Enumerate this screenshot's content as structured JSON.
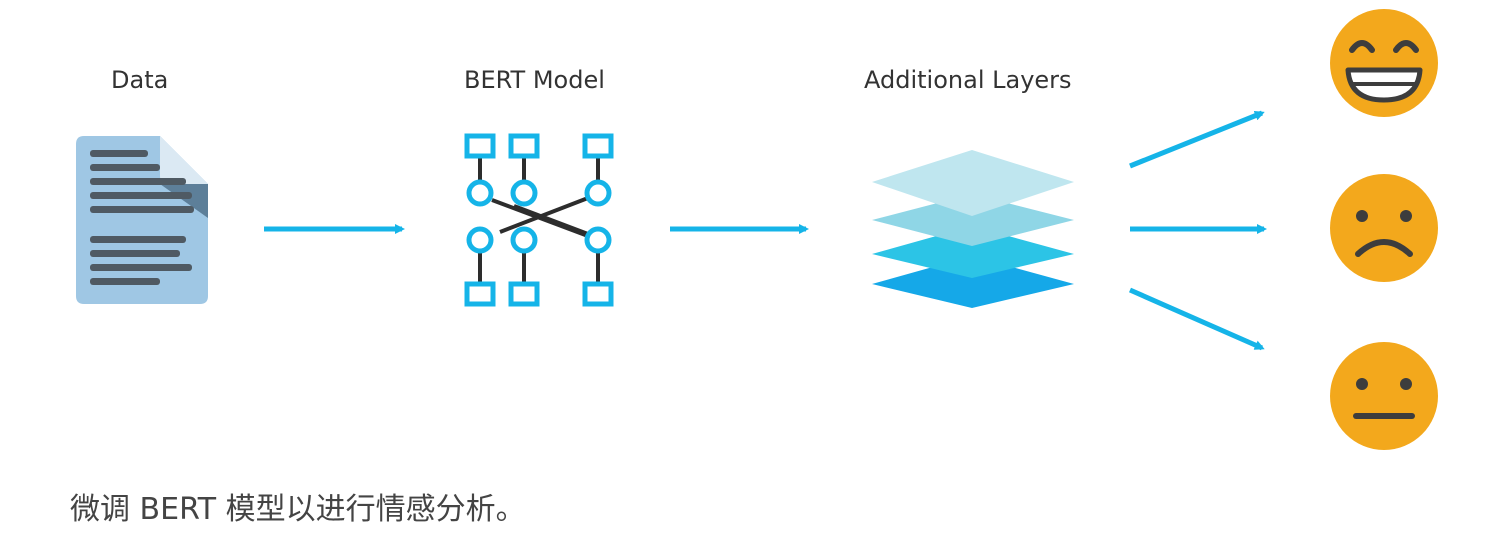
{
  "diagram": {
    "labels": {
      "data": "Data",
      "bert_model": "BERT Model",
      "additional_layers": "Additional Layers"
    },
    "outputs": [
      "happy-face",
      "sad-face",
      "neutral-face"
    ]
  },
  "caption": "微调 BERT 模型以进行情感分析。",
  "colors": {
    "arrow": "#15b4e8",
    "face": "#f3a81c",
    "face_feature": "#3d3d3d",
    "document": "#9fc7e4",
    "document_lines": "#4f5a63",
    "layer_1": "#bfe6ef",
    "layer_2": "#8fd6e6",
    "layer_3": "#2cc4e6",
    "layer_4": "#15a8e8"
  }
}
